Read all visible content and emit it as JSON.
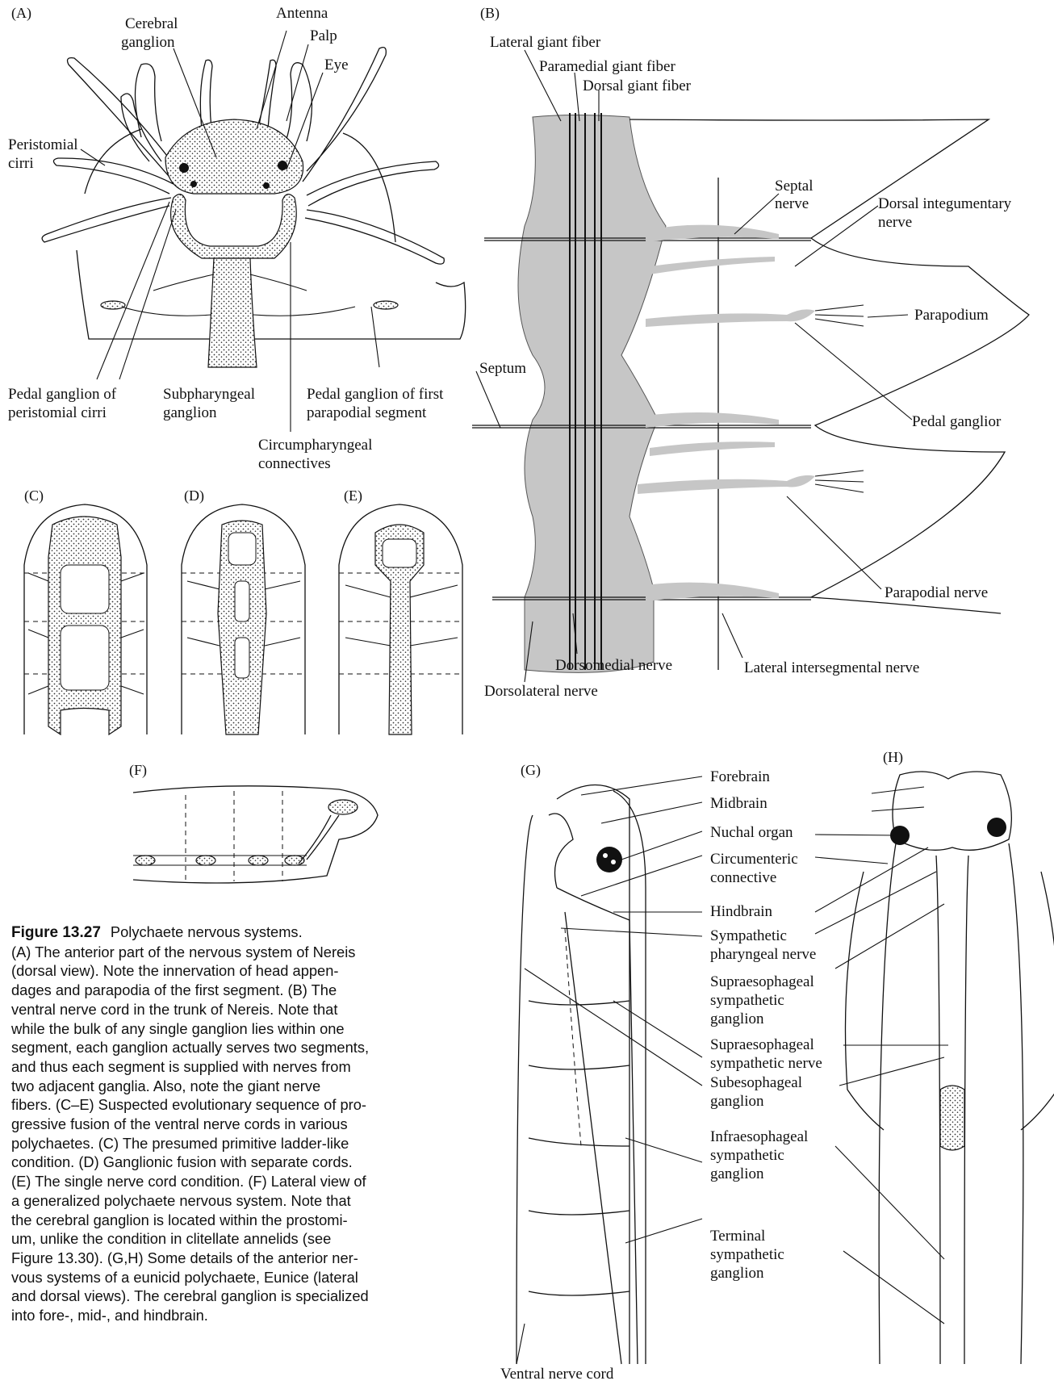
{
  "panels": {
    "A": {
      "panel_label": "(A)",
      "labels": {
        "antenna": "Antenna",
        "cerebral_1": "Cerebral",
        "cerebral_2": "ganglion",
        "palp": "Palp",
        "eye": "Eye",
        "peristomial_1": "Peristomial",
        "peristomial_2": "cirri",
        "pedal_peri_1": "Pedal ganglion of",
        "pedal_peri_2": "peristomial cirri",
        "subph_1": "Subpharyngeal",
        "subph_2": "ganglion",
        "pedal_first_1": "Pedal ganglion of first",
        "pedal_first_2": "parapodial segment",
        "circum_1": "Circumpharyngeal",
        "circum_2": "connectives"
      }
    },
    "B": {
      "panel_label": "(B)",
      "labels": {
        "lateral_giant": "Lateral giant fiber",
        "paramedial_giant": "Paramedial giant fiber",
        "dorsal_giant": "Dorsal giant fiber",
        "septal_1": "Septal",
        "septal_2": "nerve",
        "dorsal_integ_1": "Dorsal integumentary",
        "dorsal_integ_2": "nerve",
        "parapodium": "Parapodium",
        "septum": "Septum",
        "pedal_ganglion": "Pedal ganglior",
        "parapodial_nerve": "Parapodial nerve",
        "dorsomedial": "Dorsomedial nerve",
        "lateral_interseg": "Lateral intersegmental nerve",
        "dorsolateral": "Dorsolateral nerve"
      }
    },
    "C": {
      "panel_label": "(C)"
    },
    "D": {
      "panel_label": "(D)"
    },
    "E": {
      "panel_label": "(E)"
    },
    "F": {
      "panel_label": "(F)"
    },
    "G": {
      "panel_label": "(G)",
      "labels": {
        "forebrain": "Forebrain",
        "midbrain": "Midbrain",
        "nuchal": "Nuchal organ",
        "circumenteric_1": "Circumenteric",
        "circumenteric_2": "connective",
        "hindbrain": "Hindbrain",
        "symp_phar_1": "Sympathetic",
        "symp_phar_2": "pharyngeal nerve",
        "supra_gang_1": "Supraesophageal",
        "supra_gang_2": "sympathetic",
        "supra_gang_3": "ganglion",
        "supra_nerve_1": "Supraesophageal",
        "supra_nerve_2": "sympathetic nerve",
        "subeso_1": "Subesophageal",
        "subeso_2": "ganglion",
        "infra_1": "Infraesophageal",
        "infra_2": "sympathetic",
        "infra_3": "ganglion",
        "terminal_1": "Terminal",
        "terminal_2": "sympathetic",
        "terminal_3": "ganglion",
        "ventral_cord": "Ventral nerve cord"
      }
    },
    "H": {
      "panel_label": "(H)"
    }
  },
  "caption": {
    "number": "Figure 13.27",
    "lines": [
      "Polychaete nervous systems.",
      "(A) The anterior part of the nervous system of Nereis",
      "(dorsal view). Note the innervation of head appen-",
      "dages and parapodia of the first segment. (B) The",
      "ventral nerve cord in the trunk of Nereis. Note that",
      "while the bulk of any single ganglion lies within one",
      "segment, each ganglion actually serves two segments,",
      "and thus each segment is supplied with nerves from",
      "two adjacent ganglia. Also, note the giant nerve",
      "fibers. (C–E) Suspected evolutionary sequence of pro-",
      "gressive fusion of the ventral nerve cords in various",
      "polychaetes. (C) The presumed primitive ladder-like",
      "condition. (D) Ganglionic fusion with separate cords.",
      "(E) The single nerve cord condition. (F) Lateral view of",
      "a generalized polychaete nervous system. Note that",
      "the cerebral ganglion is located within the prostomi-",
      "um, unlike the condition in clitellate annelids (see",
      "Figure 13.30). (G,H) Some details of the anterior ner-",
      "vous systems of a eunicid polychaete, Eunice (lateral",
      "and dorsal views). The cerebral ganglion is specialized",
      "into fore-, mid-, and hindbrain."
    ]
  }
}
